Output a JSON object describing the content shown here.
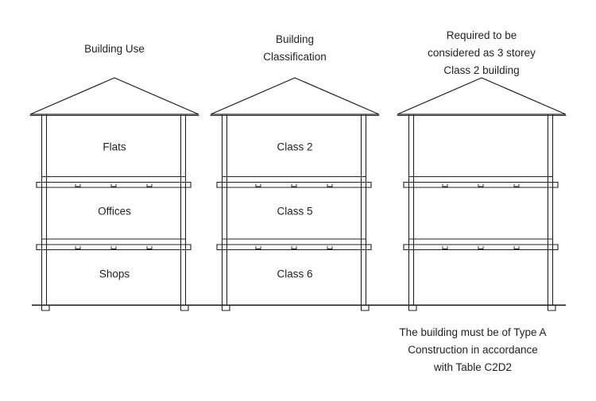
{
  "diagram": {
    "title_semantic": "building-use-classification-diagram",
    "background_color": "#ffffff",
    "ink_color": "#231f20",
    "ground_line_label": "ground-line"
  },
  "columns": [
    {
      "id": "building-use",
      "heading_lines": [
        "Building Use"
      ],
      "floors": [
        {
          "level": "top",
          "label": "Flats"
        },
        {
          "level": "middle",
          "label": "Offices"
        },
        {
          "level": "bottom",
          "label": "Shops"
        }
      ]
    },
    {
      "id": "building-classification",
      "heading_lines": [
        "Building",
        "Classification"
      ],
      "floors": [
        {
          "level": "top",
          "label": "Class 2"
        },
        {
          "level": "middle",
          "label": "Class 5"
        },
        {
          "level": "bottom",
          "label": "Class 6"
        }
      ]
    },
    {
      "id": "required-treatment",
      "heading_lines": [
        "Required to be",
        "considered as 3 storey",
        "Class 2 building"
      ],
      "floors": [
        {
          "level": "top",
          "label": ""
        },
        {
          "level": "middle",
          "label": ""
        },
        {
          "level": "bottom",
          "label": ""
        }
      ]
    }
  ],
  "footnote": {
    "lines": [
      "The building must be of Type A",
      "Construction in accordance",
      "with Table C2D2"
    ]
  }
}
